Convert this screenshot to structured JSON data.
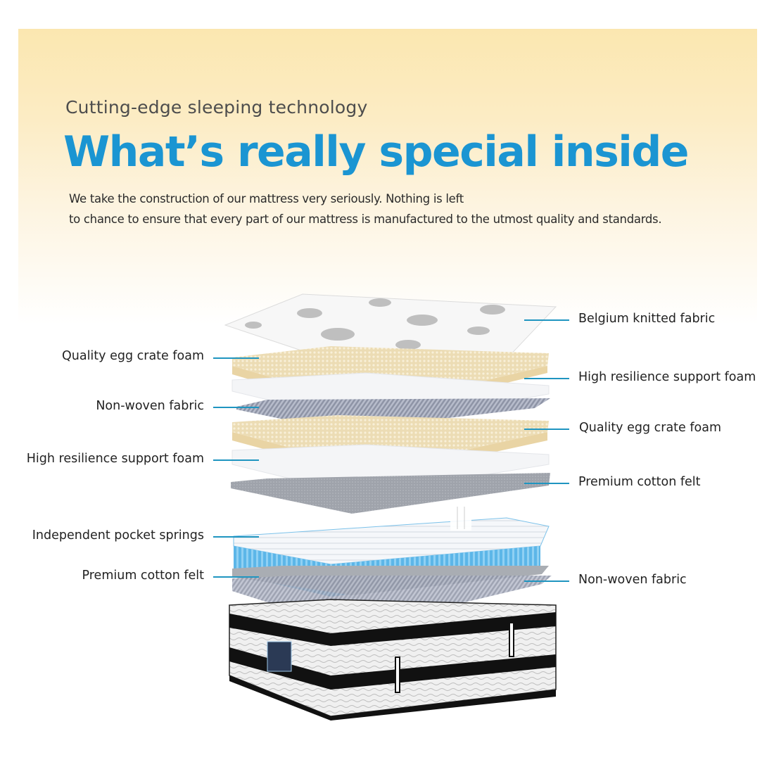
{
  "header": {
    "eyebrow": "Cutting-edge sleeping technology",
    "title": "What’s really special inside",
    "description": [
      "We take the construction of our mattress very seriously. Nothing is left",
      "to chance to ensure that every part of our mattress is manufactured to the utmost quality and standards."
    ]
  },
  "colors": {
    "title_blue": "#1b95d2",
    "leader_line": "#1f95c0",
    "panel_top": "#fbe7b0"
  },
  "layers_left": [
    {
      "label": "Quality egg crate foam"
    },
    {
      "label": "Non-woven fabric"
    },
    {
      "label": "High resilience support foam"
    },
    {
      "label": "Independent pocket springs"
    },
    {
      "label": "Premium cotton felt"
    }
  ],
  "layers_right": [
    {
      "label": "Belgium knitted fabric"
    },
    {
      "label": "High resilience support foam"
    },
    {
      "label": "Quality egg crate foam"
    },
    {
      "label": "Premium cotton felt"
    },
    {
      "label": "Non-woven fabric"
    }
  ]
}
